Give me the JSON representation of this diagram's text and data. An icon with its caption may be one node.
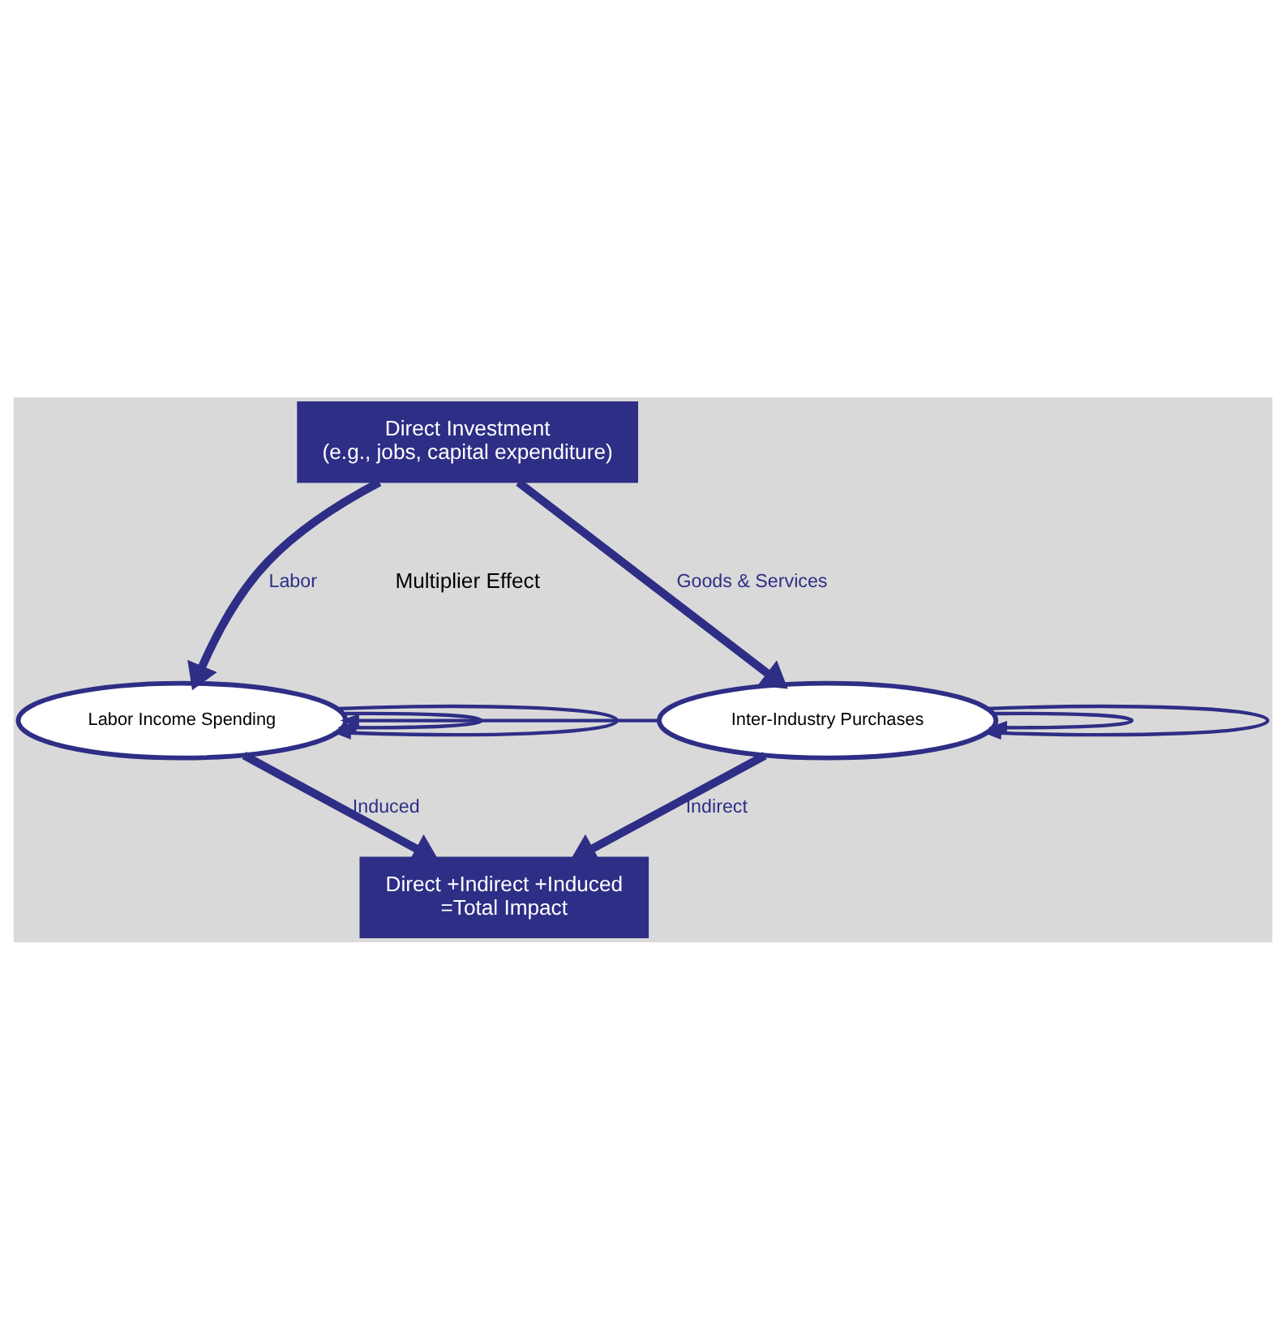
{
  "diagram": {
    "nodes": [
      {
        "text": [
          "Direct Investment",
          "(e.g., jobs, capital expenditure)"
        ]
      },
      {
        "text": [
          "Labor Income Spending"
        ]
      },
      {
        "text": [
          "Inter-Industry Purchases"
        ]
      },
      {
        "text": [
          "Direct +Indirect +Induced",
          "=Total Impact"
        ]
      }
    ],
    "edges": [
      {
        "from": 0,
        "to": 1,
        "arrow": "to",
        "label": "Labor",
        "style": "thick"
      },
      {
        "from": 0,
        "to": 2,
        "arrow": "to",
        "label": "Goods & Services",
        "style": "thick"
      },
      {
        "from": 2,
        "to": 1,
        "arrow": "to"
      },
      {
        "from": 1,
        "to": 1,
        "arrow": "to"
      },
      {
        "from": 1,
        "to": 1,
        "arrow": "to"
      },
      {
        "from": 2,
        "to": 2,
        "arrow": "to"
      },
      {
        "from": 2,
        "to": 2,
        "arrow": "to"
      },
      {
        "from": 1,
        "to": 3,
        "arrow": "to",
        "label": "Induced",
        "style": "thick"
      },
      {
        "from": 2,
        "to": 3,
        "arrow": "to",
        "label": "Indirect",
        "style": "thick"
      }
    ],
    "labels": [
      "Multiplier Effect"
    ]
  }
}
